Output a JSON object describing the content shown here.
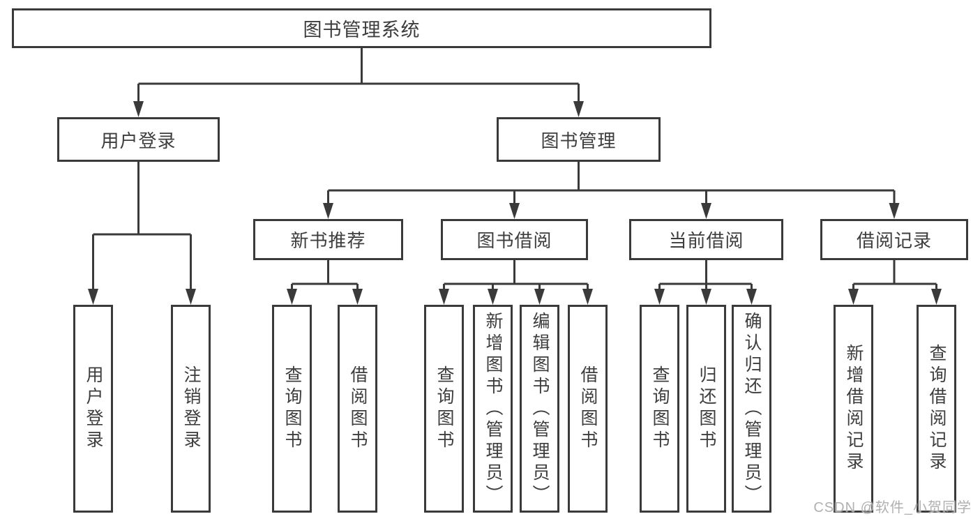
{
  "diagram": {
    "root": {
      "label": "图书管理系统"
    },
    "level2": [
      {
        "id": "user-login",
        "label": "用户登录"
      },
      {
        "id": "book-management",
        "label": "图书管理"
      }
    ],
    "level3": [
      {
        "id": "new-book-recommend",
        "label": "新书推荐"
      },
      {
        "id": "book-borrow",
        "label": "图书借阅"
      },
      {
        "id": "current-borrow",
        "label": "当前借阅"
      },
      {
        "id": "borrow-record",
        "label": "借阅记录"
      }
    ],
    "leaves": {
      "user_login": [
        "用户登录",
        "注销登录"
      ],
      "new_book_recommend": [
        "查询图书",
        "借阅图书"
      ],
      "book_borrow": [
        "查询图书",
        "新增图书（管理员）",
        "编辑图书（管理员）",
        "借阅图书"
      ],
      "current_borrow": [
        "查询图书",
        "归还图书",
        "确认归还（管理员）"
      ],
      "borrow_record": [
        "新增借阅记录",
        "查询借阅记录"
      ]
    },
    "colors": {
      "line": "#3a3a3a",
      "text": "#3d3d3d",
      "box_fill": "#ffffff"
    }
  },
  "watermark": {
    "text": "CSDN @软件_小贺同学",
    "color": "#b0b0b0"
  }
}
